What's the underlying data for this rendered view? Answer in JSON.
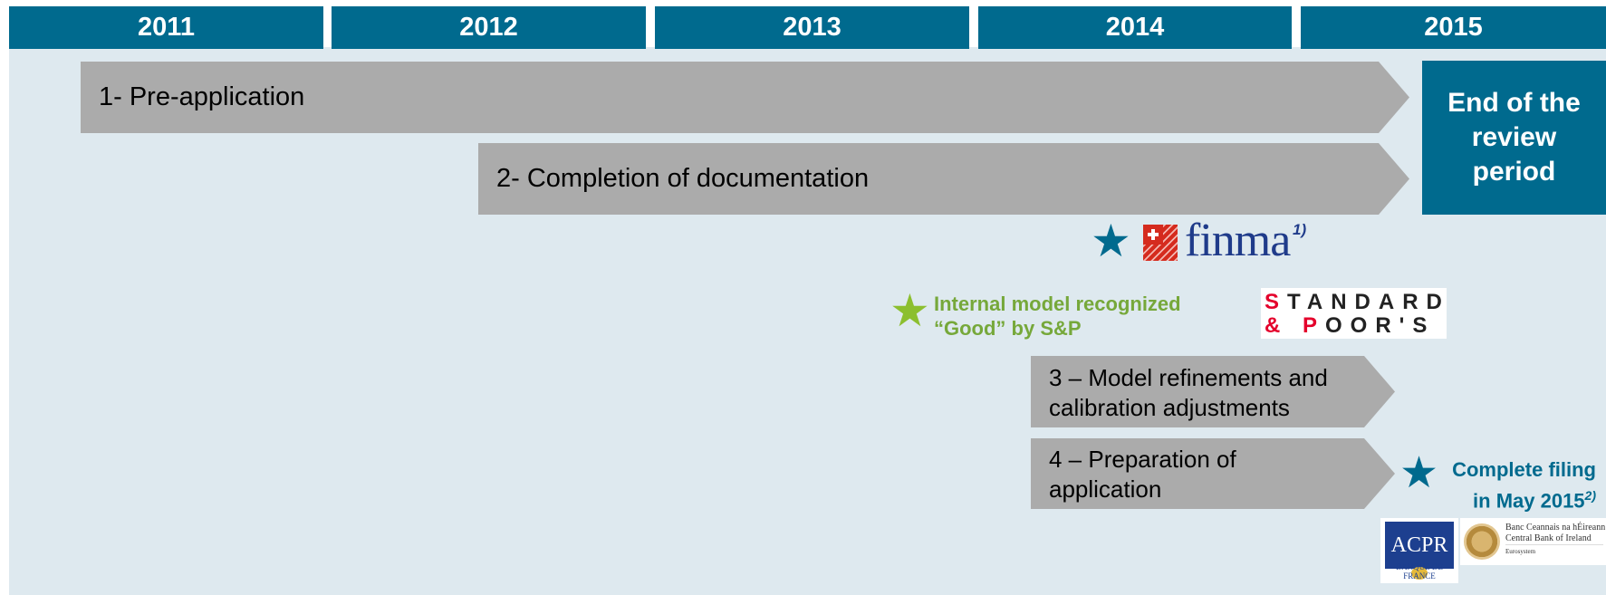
{
  "timeline": {
    "years": [
      "2011",
      "2012",
      "2013",
      "2014",
      "2015"
    ]
  },
  "phases": [
    {
      "label": "1- Pre-application"
    },
    {
      "label": "2- Completion of documentation"
    },
    {
      "label": "3 – Model refinements and\ncalibration adjustments"
    },
    {
      "label": "4 – Preparation of\napplication"
    }
  ],
  "end_box": {
    "label": "End of the\nreview\nperiod"
  },
  "milestones": {
    "finma": {
      "logo_text": "finma",
      "footnote": "1)"
    },
    "sp": {
      "text_line1": "Internal model recognized",
      "text_line2": "“Good” by S&P",
      "logo_line1_red": "S",
      "logo_line1_rest": "TANDARD",
      "logo_line2_red": "& P",
      "logo_line2_rest": "OOR'S"
    },
    "filing": {
      "line1": "Complete filing",
      "line2": "in May 2015",
      "footnote": "2)"
    }
  },
  "regulator_logos": {
    "acpr": {
      "title": "ACPR",
      "subtitle": "BANQUE DE FRANCE"
    },
    "cbi": {
      "line1": "Banc Ceannais na hÉireann",
      "line2": "Central Bank of Ireland",
      "line3": "Eurosystem"
    }
  },
  "colors": {
    "header_blue": "#006a8e",
    "panel_bg": "#dee9ef",
    "arrow_gray": "#ababab",
    "star_blue": "#006a8e",
    "star_green": "#8cbf2f",
    "sp_text_green": "#76a83a"
  },
  "icons": {
    "finma_star": "star-icon",
    "sp_star": "star-icon",
    "filing_star": "star-icon"
  }
}
